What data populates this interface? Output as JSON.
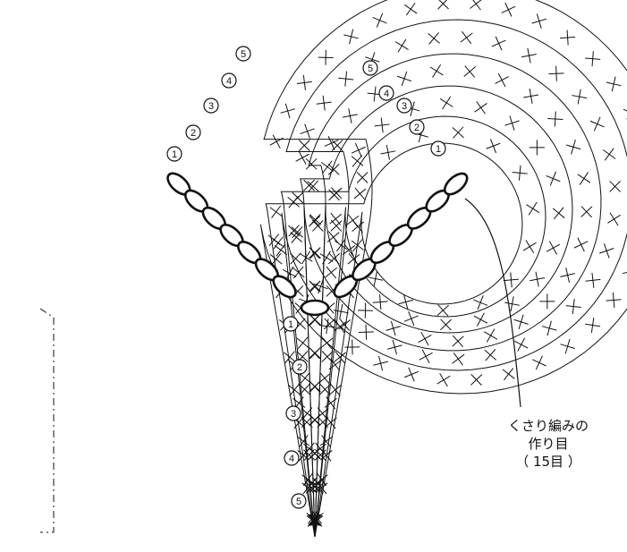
{
  "diagram": {
    "type": "crochet-chart",
    "subject": "heart",
    "row_labels": [
      "1",
      "2",
      "3",
      "4",
      "5"
    ],
    "foundation_chain_count": 15,
    "annotation": {
      "line1": "くさり編みの",
      "line2": "作り目",
      "line3": "（ 15目 ）"
    },
    "colors": {
      "stroke": "#111111",
      "background": "#ffffff"
    }
  }
}
